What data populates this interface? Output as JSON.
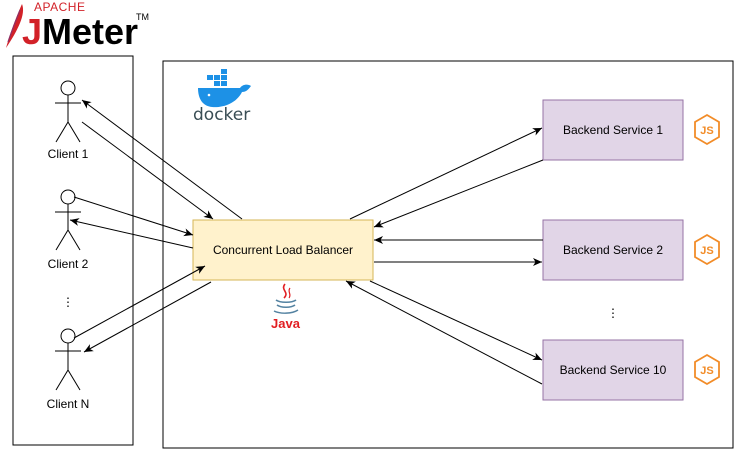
{
  "logos": {
    "jmeter": {
      "apache": "APACHE",
      "j": "J",
      "rest": "Meter",
      "tm": "TM"
    },
    "docker": "docker",
    "java": "Java",
    "nodejs": "JS"
  },
  "clients": [
    {
      "label": "Client 1"
    },
    {
      "label": "Client 2"
    },
    {
      "label": "Client N"
    }
  ],
  "ellipsis_clients": "⋮",
  "ellipsis_services": "⋮",
  "load_balancer": {
    "label": "Concurrent Load Balancer"
  },
  "services": [
    {
      "label": "Backend Service 1"
    },
    {
      "label": "Backend Service 2"
    },
    {
      "label": "Backend Service 10"
    }
  ],
  "colors": {
    "load_balancer_fill": "#fff2cc",
    "load_balancer_stroke": "#d6b656",
    "service_fill": "#e1d5e7",
    "service_stroke": "#9673a6",
    "js_orange": "#f28c28",
    "docker_blue": "#1d91e6",
    "java_red": "#e11e22",
    "jmeter_red": "#d22128"
  }
}
